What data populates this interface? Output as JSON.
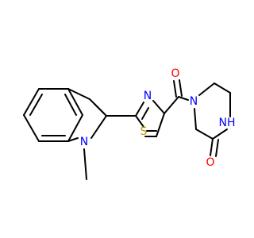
{
  "molecule": {
    "atoms": {
      "O_carbonyl": "O",
      "N_thiazole": "N",
      "S_thiazole": "S",
      "N_indole": "N",
      "N_piperazine": "N",
      "NH_piperazine": "NH",
      "O_lactam": "O"
    },
    "colors": {
      "bond": "#000000",
      "oxygen": "#ff0000",
      "nitrogen": "#0000ff",
      "sulfur": "#b8a000",
      "background": "#ffffff"
    }
  }
}
